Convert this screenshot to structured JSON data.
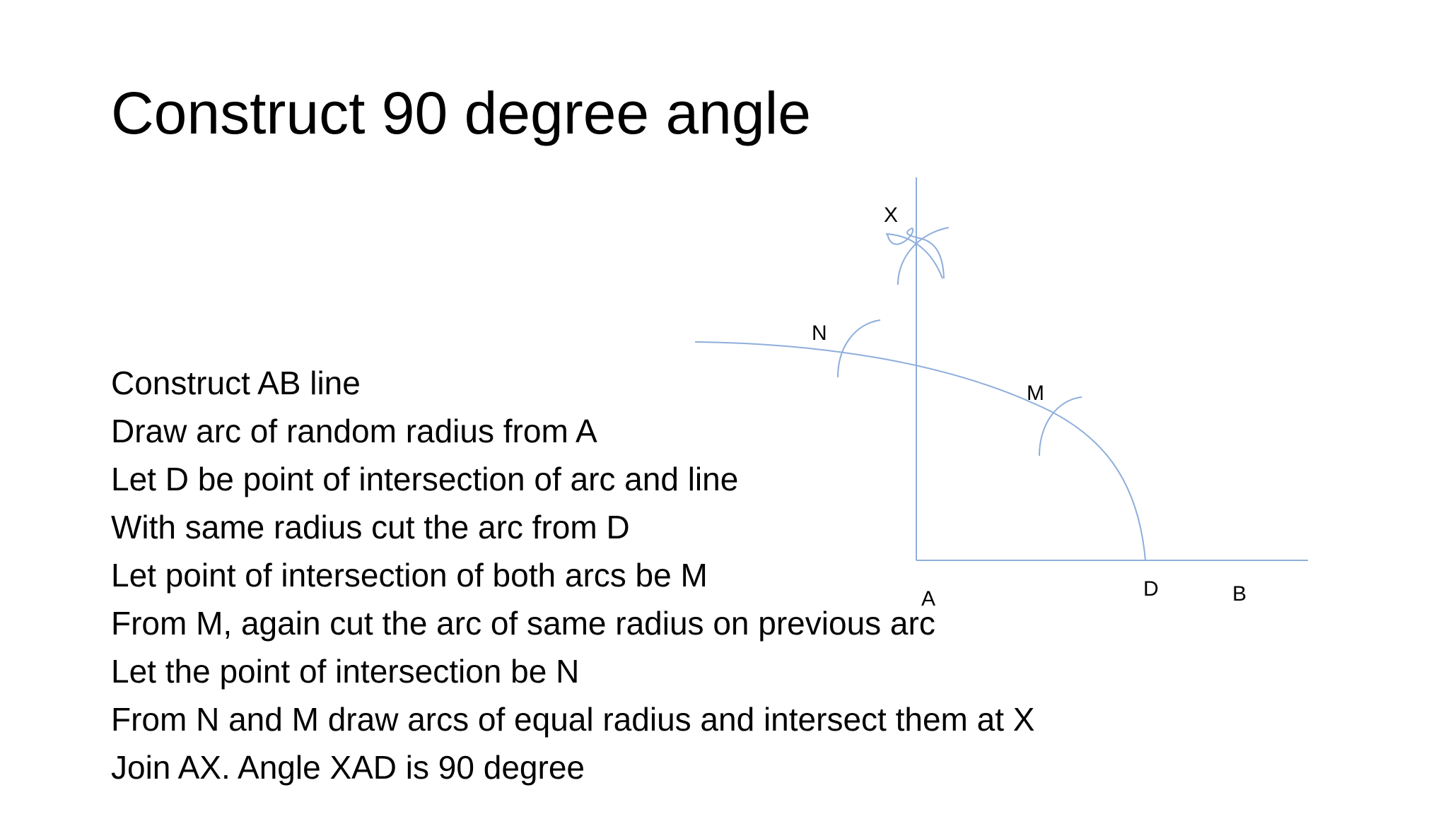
{
  "slide": {
    "title": "Construct 90 degree angle",
    "steps": [
      "Construct AB line",
      "Draw arc of random radius from A",
      "Let D be point of intersection of arc and line",
      "With same radius cut the arc from D",
      "Let point of intersection of both arcs be M",
      "From M, again cut the arc of same radius on previous arc",
      "Let the point of intersection be N",
      "From N and M draw arcs of equal radius and intersect them at X",
      "Join AX. Angle XAD is 90 degree"
    ]
  },
  "diagram": {
    "labels": {
      "x": "X",
      "n": "N",
      "m": "M",
      "a": "A",
      "d": "D",
      "b": "B"
    },
    "line_color": "#8eaedb"
  }
}
